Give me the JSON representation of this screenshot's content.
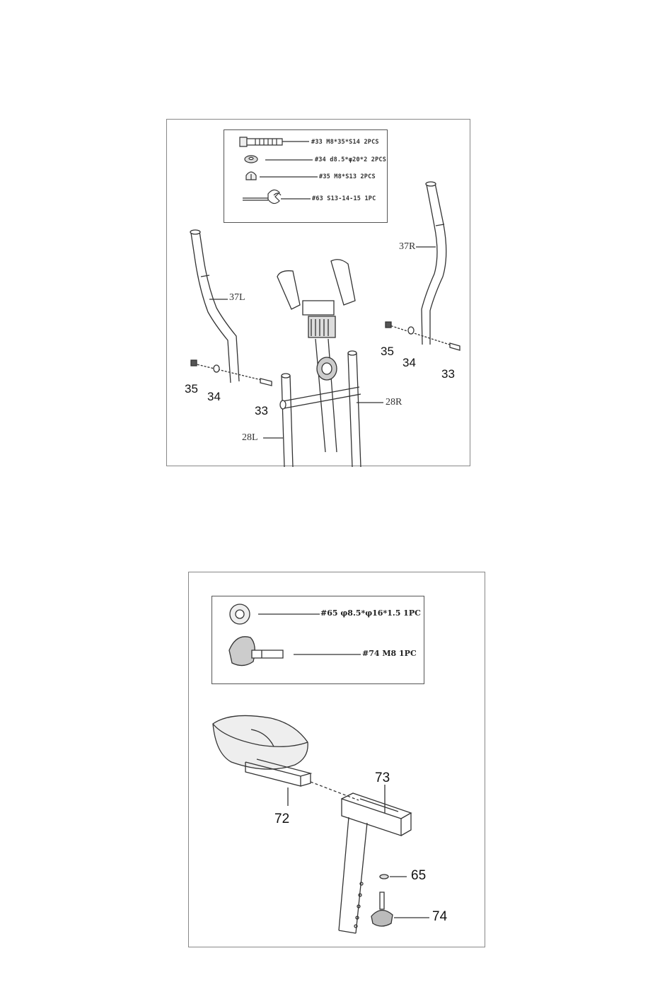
{
  "diagram1": {
    "parts": [
      {
        "text": "#33 M8*35*S14 2PCS",
        "icon": "bolt-icon"
      },
      {
        "text": "#34 d8.5*φ20*2  2PCS",
        "icon": "washer-icon"
      },
      {
        "text": "#35 M8*S13 2PCS",
        "icon": "nut-icon"
      },
      {
        "text": "#63 S13-14-15 1PC",
        "icon": "wrench-icon"
      }
    ],
    "callouts": {
      "r37L": "37L",
      "r37R": "37R",
      "r28L": "28L",
      "r28R": "28R",
      "left35": "35",
      "left34": "34",
      "left33": "33",
      "right35": "35",
      "right34": "34",
      "right33": "33"
    }
  },
  "diagram2": {
    "parts": [
      {
        "text": "#65 φ8.5*φ16*1.5 1PC",
        "icon": "washer-icon"
      },
      {
        "text": "#74 M8 1PC",
        "icon": "knob-icon"
      }
    ],
    "callouts": {
      "c72": "72",
      "c73": "73",
      "c65": "65",
      "c74": "74"
    }
  }
}
